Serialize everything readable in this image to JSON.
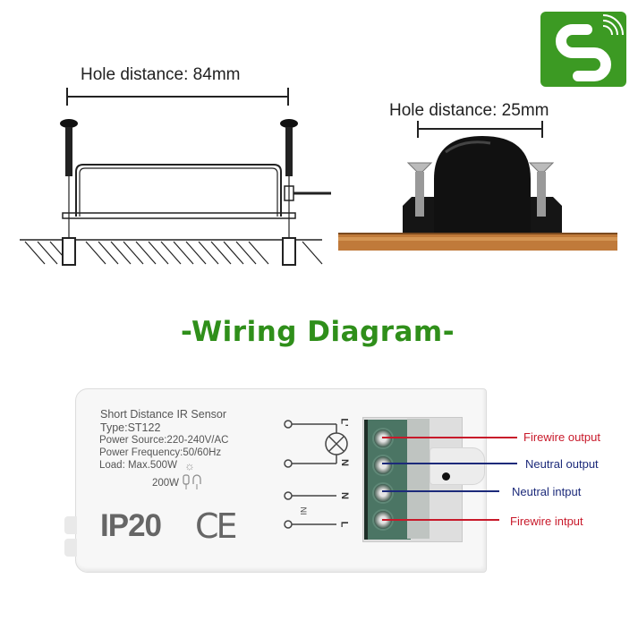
{
  "logo": {
    "icon": "brand-s-wifi-logo-icon",
    "color": "#3c9a23"
  },
  "mounting": {
    "left": {
      "label": "Hole distance: 84mm",
      "value_mm": 84
    },
    "right": {
      "label": "Hole distance: 25mm",
      "value_mm": 25
    }
  },
  "section_title": "-Wiring Diagram-",
  "device": {
    "name": "Short Distance IR Sensor",
    "type": "Type:ST122",
    "power_source": "Power Source:220-240V/AC",
    "power_frequency": "Power Frequency:50/60Hz",
    "load": "Load: Max.500W",
    "load_alt": "200W",
    "ip_rating": "IP20",
    "ce_mark": "CE"
  },
  "schematic": {
    "load_letters": [
      "L'",
      "N"
    ],
    "input_letters": [
      "N",
      "L"
    ],
    "input_label": "IN"
  },
  "terminals": [
    {
      "label": "Firewire output",
      "color": "#c8192a"
    },
    {
      "label": "Neutral output",
      "color": "#1c2a7a"
    },
    {
      "label": "Neutral intput",
      "color": "#1c2a7a"
    },
    {
      "label": "Firewire intput",
      "color": "#c8192a"
    }
  ],
  "colors": {
    "title_green": "#2f8f1a",
    "wire_red": "#c8192a",
    "wire_blue": "#1c2a7a",
    "wood": "#c07a3a"
  }
}
